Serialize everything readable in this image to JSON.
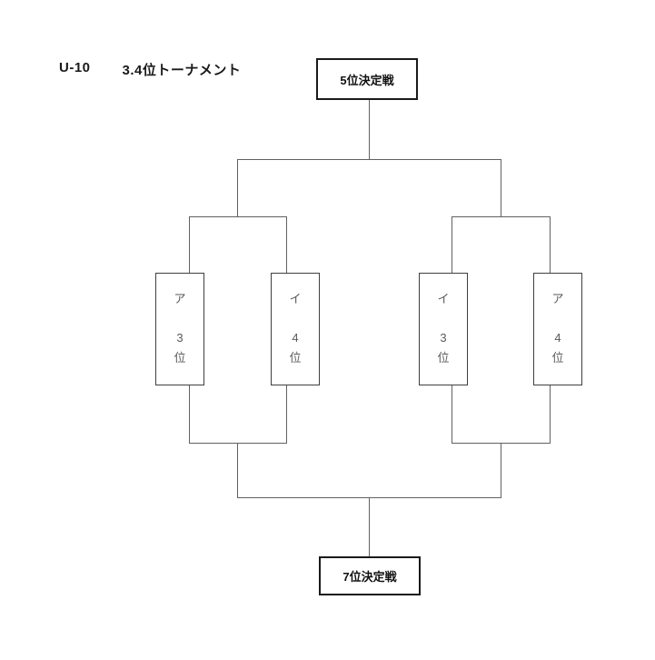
{
  "header": {
    "category": "U-10",
    "title": "3.4位トーナメント"
  },
  "bracket": {
    "fifth_place_label": "5位決定戦",
    "seventh_place_label": "7位決定戦",
    "teams": [
      {
        "label": "ア 3位",
        "lines": [
          "ア",
          "",
          "3",
          "位"
        ]
      },
      {
        "label": "イ 4位",
        "lines": [
          "イ",
          "",
          "4",
          "位"
        ]
      },
      {
        "label": "イ 3位",
        "lines": [
          "イ",
          "",
          "3",
          "位"
        ]
      },
      {
        "label": "ア 4位",
        "lines": [
          "ア",
          "",
          "4",
          "位"
        ]
      }
    ]
  },
  "colors": {
    "background": "#ffffff",
    "connector_line": "#616161",
    "team_slot_border": "#3f3f3f",
    "team_slot_text": "#595959",
    "match_box_border": "#1a1a1a",
    "heading_text": "#1a1a1a"
  }
}
